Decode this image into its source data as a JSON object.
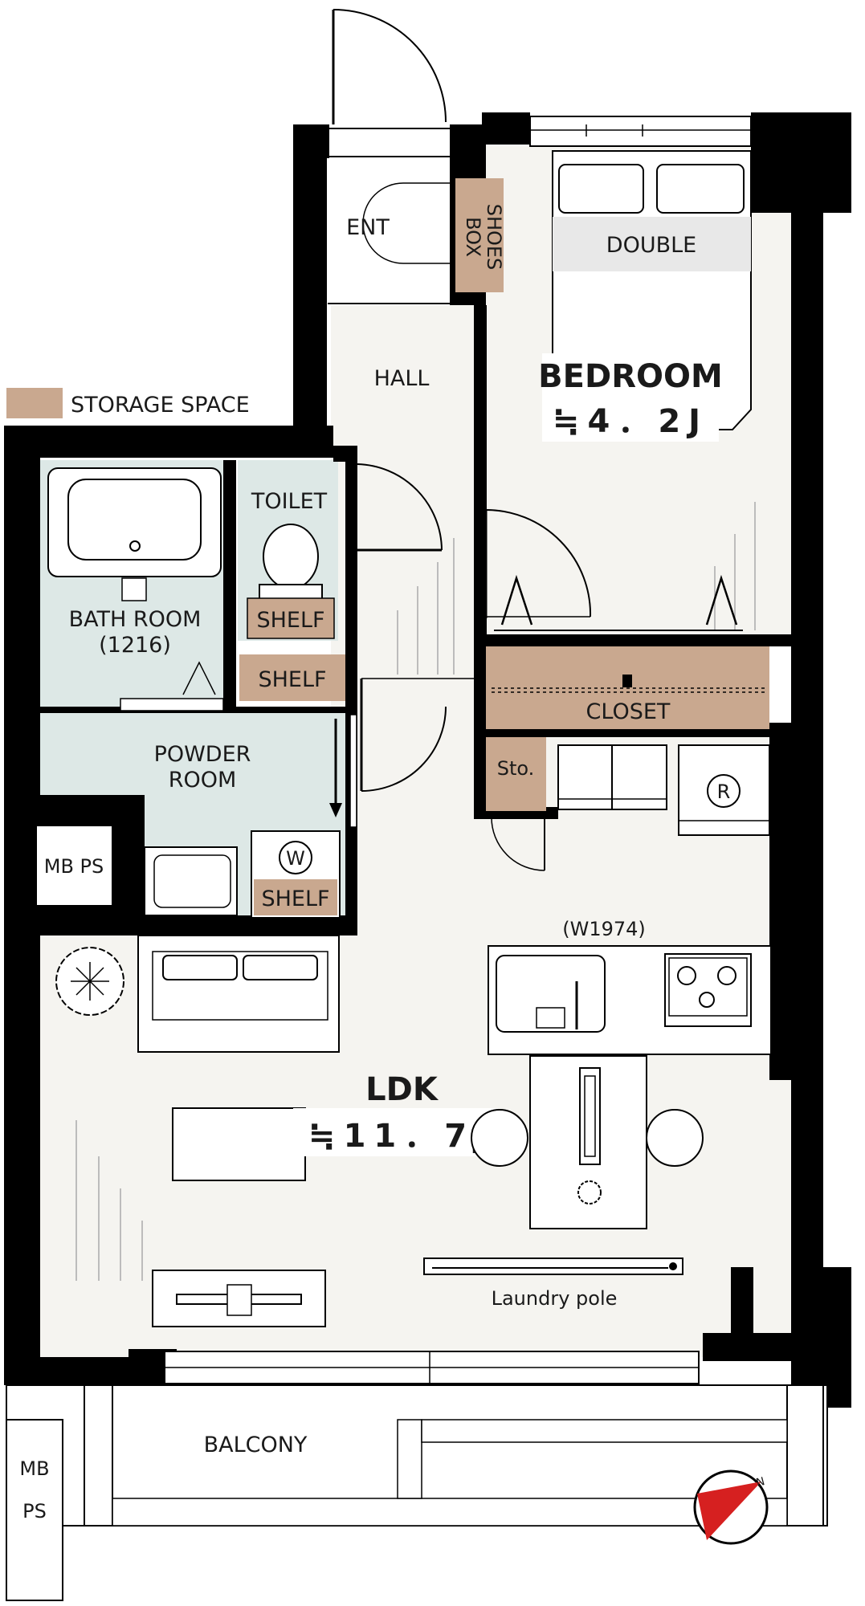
{
  "legend": {
    "storage_label": "STORAGE SPACE",
    "storage_color": "#c9a88f"
  },
  "colors": {
    "wall": "#000000",
    "floor": "#f5f4f0",
    "wet_area": "#dde8e6",
    "storage": "#c9a88f"
  },
  "rooms": {
    "entrance": "ENT",
    "shoes_box_line1": "SHOES",
    "shoes_box_line2": "BOX",
    "hall": "HALL",
    "bedroom_name": "BEDROOM",
    "bedroom_area": "≒4．2J",
    "bed": "DOUBLE",
    "toilet": "TOILET",
    "toilet_shelf": "SHELF",
    "bath_name": "BATH ROOM",
    "bath_size": "(1216)",
    "powder_shelf": "SHELF",
    "powder_line1": "POWDER",
    "powder_line2": "ROOM",
    "washer_shelf": "SHELF",
    "washer_symbol": "W",
    "closet": "CLOSET",
    "storage": "Sto.",
    "fridge_symbol": "R",
    "mbps_inner": "MB PS",
    "mbps_outer_line1": "MB",
    "mbps_outer_line2": "PS",
    "kitchen_width": "(W1974)",
    "ldk_name": "LDK",
    "ldk_area": "≒11．7J",
    "laundry": "Laundry pole",
    "balcony": "BALCONY"
  },
  "compass": {
    "symbol": "N"
  }
}
